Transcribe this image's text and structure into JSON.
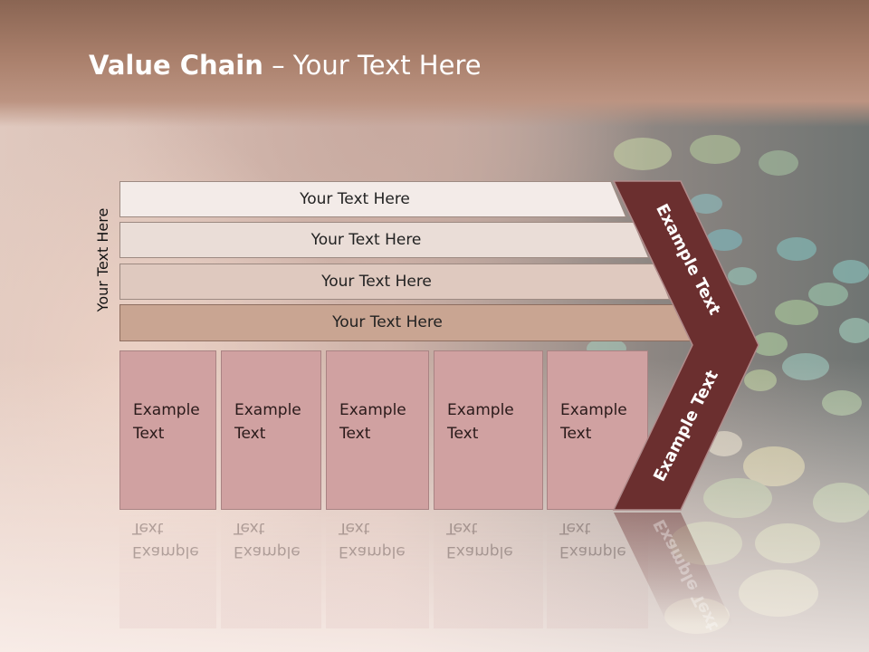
{
  "slide": {
    "title_bold": "Value Chain",
    "title_rest": " – Your Text Here",
    "side_label": "Your Text Here",
    "bars": [
      "Your Text Here",
      "Your Text Here",
      "Your Text Here",
      "Your Text Here"
    ],
    "boxes": [
      {
        "line1": "Example",
        "line2": "Text"
      },
      {
        "line1": "Example",
        "line2": "Text"
      },
      {
        "line1": "Example",
        "line2": "Text"
      },
      {
        "line1": "Example",
        "line2": "Text"
      },
      {
        "line1": "Example",
        "line2": "Text"
      }
    ],
    "chevron_upper_label": "Example Text",
    "chevron_lower_label": "Example Text"
  },
  "colors": {
    "title_band": "#a97f6b",
    "bar_1": "#f3ebe8",
    "bar_2": "#eaddd7",
    "bar_3": "#dfc9bf",
    "bar_4": "#c9a592",
    "box_fill": "#d0a1a1",
    "chevron": "#6b2f2f"
  }
}
